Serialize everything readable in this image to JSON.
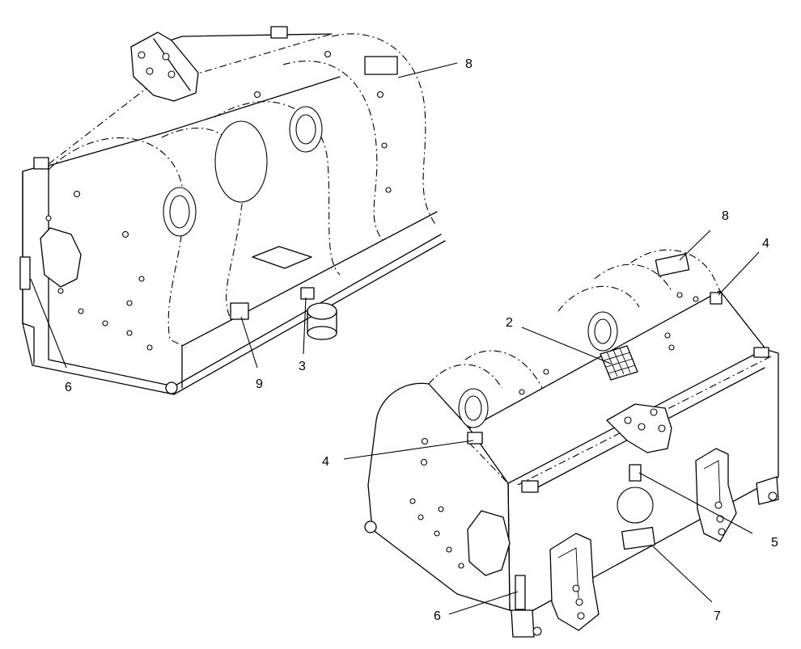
{
  "callouts": [
    {
      "id": "top-8",
      "label": "8"
    },
    {
      "id": "top-6",
      "label": "6"
    },
    {
      "id": "top-9",
      "label": "9"
    },
    {
      "id": "top-3",
      "label": "3"
    },
    {
      "id": "bot-8",
      "label": "8"
    },
    {
      "id": "bot-4a",
      "label": "4"
    },
    {
      "id": "bot-2",
      "label": "2"
    },
    {
      "id": "bot-4b",
      "label": "4"
    },
    {
      "id": "bot-5",
      "label": "5"
    },
    {
      "id": "bot-6",
      "label": "6"
    },
    {
      "id": "bot-7",
      "label": "7"
    }
  ]
}
